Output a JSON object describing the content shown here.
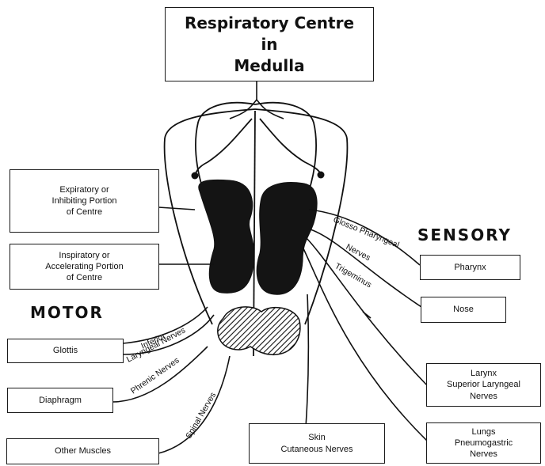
{
  "title": {
    "line1": "Respiratory Centre",
    "line2": "in",
    "line3": "Medulla"
  },
  "sections": {
    "sensory": "SENSORY",
    "motor": "MOTOR"
  },
  "left_boxes": {
    "expiratory": [
      "Expiratory or",
      "Inhibiting Portion",
      "of Centre"
    ],
    "inspiratory": [
      "Inspiratory or",
      "Accelerating Portion",
      "of Centre"
    ],
    "glottis": "Glottis",
    "diaphragm": "Diaphragm",
    "other_muscles": "Other Muscles"
  },
  "right_boxes": {
    "pharynx": "Pharynx",
    "nose": "Nose",
    "larynx": [
      "Larynx",
      "Superior Laryngeal",
      "Nerves"
    ],
    "lungs": [
      "Lungs",
      "Pneumogastric",
      "Nerves"
    ],
    "skin": [
      "Skin",
      "Cutaneous Nerves"
    ]
  },
  "nerve_labels": {
    "glosso": "Glosso Pharyngeal",
    "nerves": "Nerves",
    "trigeminus": "Trigeminus",
    "inferior": "Inferior",
    "laryngeal": "Laryngeal Nerves",
    "phrenic": "Phrenic Nerves",
    "spinal": "Spinal Nerves"
  },
  "colors": {
    "ink": "#111111",
    "lobe_fill": "#141414",
    "background": "#ffffff"
  }
}
